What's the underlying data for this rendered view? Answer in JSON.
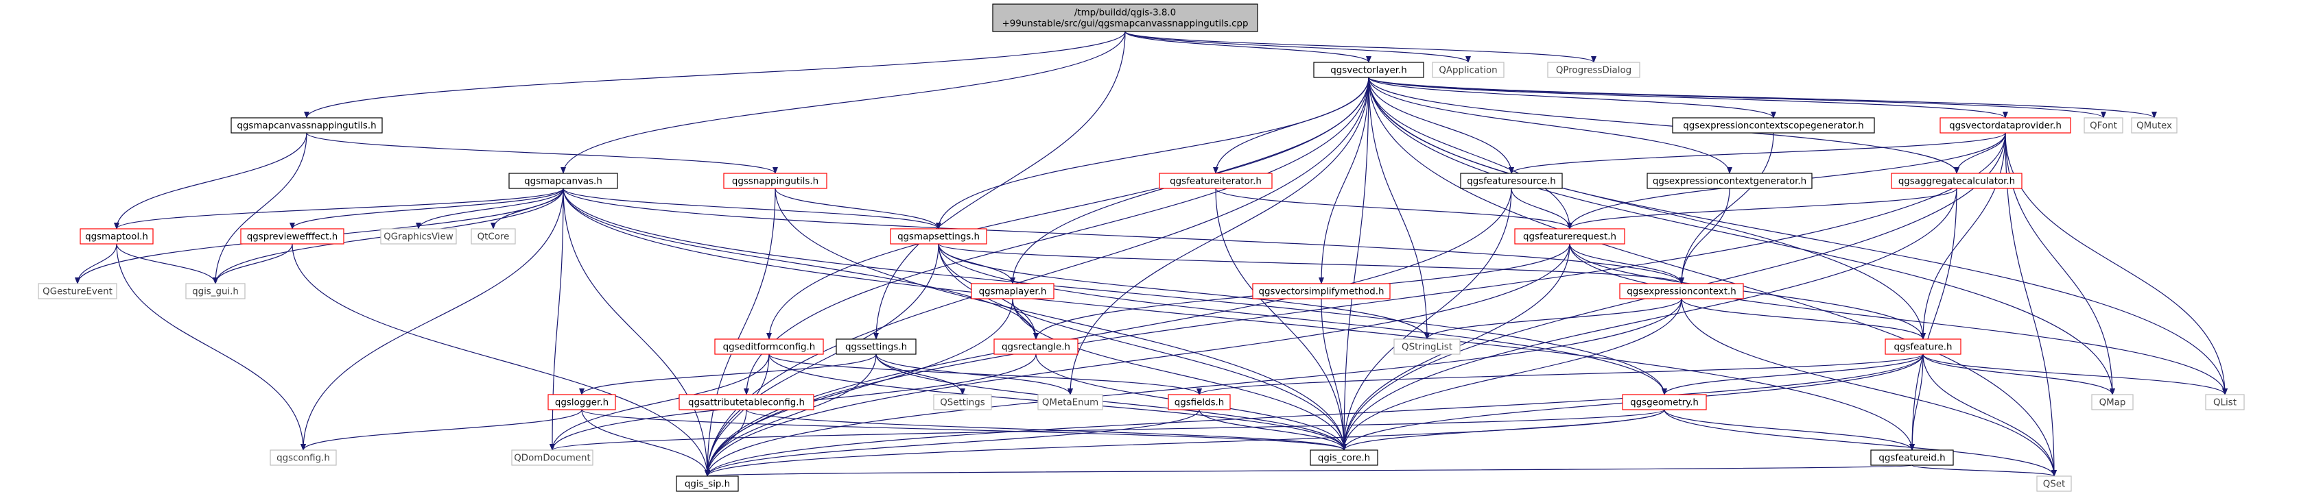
{
  "style": {
    "edge_color": "#191970",
    "root_fill": "#bfbfbf",
    "text_color": "#000000",
    "internal_border": "#000000",
    "partial_border": "#ff0000",
    "external_border": "#bfbfbf",
    "external_text": "#404040"
  },
  "nodes": [
    {
      "id": "root",
      "label": "/tmp/buildd/qgis-3.8.0\n+99unstable/src/gui/qgsmapcanvassnappingutils.cpp",
      "kind": "root"
    },
    {
      "id": "qgsvectorlayer",
      "label": "qgsvectorlayer.h",
      "kind": "internal"
    },
    {
      "id": "QApplication",
      "label": "QApplication",
      "kind": "external"
    },
    {
      "id": "QProgressDialog",
      "label": "QProgressDialog",
      "kind": "external"
    },
    {
      "id": "qgsmapcanvassnappingutils",
      "label": "qgsmapcanvassnappingutils.h",
      "kind": "internal"
    },
    {
      "id": "qgsmapcanvas",
      "label": "qgsmapcanvas.h",
      "kind": "internal"
    },
    {
      "id": "qgssnappingutils",
      "label": "qgssnappingutils.h",
      "kind": "partial"
    },
    {
      "id": "qgsexpressioncontextscopegenerator",
      "label": "qgsexpressioncontextscopegenerator.h",
      "kind": "internal"
    },
    {
      "id": "qgsvectordataprovider",
      "label": "qgsvectordataprovider.h",
      "kind": "partial"
    },
    {
      "id": "QFont",
      "label": "QFont",
      "kind": "external"
    },
    {
      "id": "QMutex",
      "label": "QMutex",
      "kind": "external"
    },
    {
      "id": "qgsfeatureiterator",
      "label": "qgsfeatureiterator.h",
      "kind": "partial"
    },
    {
      "id": "qgsfeaturesource",
      "label": "qgsfeaturesource.h",
      "kind": "internal"
    },
    {
      "id": "qgsexpressioncontextgenerator",
      "label": "qgsexpressioncontextgenerator.h",
      "kind": "internal"
    },
    {
      "id": "qgsaggregatecalculator",
      "label": "qgsaggregatecalculator.h",
      "kind": "partial"
    },
    {
      "id": "qgsmaptool",
      "label": "qgsmaptool.h",
      "kind": "partial"
    },
    {
      "id": "qgspreviewefffect",
      "label": "qgspreviewefffect.h",
      "kind": "partial"
    },
    {
      "id": "QGraphicsView",
      "label": "QGraphicsView",
      "kind": "external"
    },
    {
      "id": "QtCore",
      "label": "QtCore",
      "kind": "external"
    },
    {
      "id": "qgsmapsettings",
      "label": "qgsmapsettings.h",
      "kind": "partial"
    },
    {
      "id": "qgsfeaturerequest",
      "label": "qgsfeaturerequest.h",
      "kind": "partial"
    },
    {
      "id": "QGestureEvent",
      "label": "QGestureEvent",
      "kind": "external"
    },
    {
      "id": "qgis_gui",
      "label": "qgis_gui.h",
      "kind": "external"
    },
    {
      "id": "qgsmaplayer",
      "label": "qgsmaplayer.h",
      "kind": "partial"
    },
    {
      "id": "qgsvectorsimplifymethod",
      "label": "qgsvectorsimplifymethod.h",
      "kind": "partial"
    },
    {
      "id": "qgsexpressioncontext",
      "label": "qgsexpressioncontext.h",
      "kind": "partial"
    },
    {
      "id": "QStringList",
      "label": "QStringList",
      "kind": "external"
    },
    {
      "id": "qgseditformconfig",
      "label": "qgseditformconfig.h",
      "kind": "partial"
    },
    {
      "id": "qgssettings",
      "label": "qgssettings.h",
      "kind": "internal"
    },
    {
      "id": "qgsrectangle",
      "label": "qgsrectangle.h",
      "kind": "partial"
    },
    {
      "id": "qgsfeature",
      "label": "qgsfeature.h",
      "kind": "partial"
    },
    {
      "id": "QSettings",
      "label": "QSettings",
      "kind": "external"
    },
    {
      "id": "QMetaEnum",
      "label": "QMetaEnum",
      "kind": "external"
    },
    {
      "id": "qgslogger",
      "label": "qgslogger.h",
      "kind": "partial"
    },
    {
      "id": "qgsattributetableconfig",
      "label": "qgsattributetableconfig.h",
      "kind": "partial"
    },
    {
      "id": "qgsfields",
      "label": "qgsfields.h",
      "kind": "partial"
    },
    {
      "id": "qgsgeometry",
      "label": "qgsgeometry.h",
      "kind": "partial"
    },
    {
      "id": "QMap",
      "label": "QMap",
      "kind": "external"
    },
    {
      "id": "QList",
      "label": "QList",
      "kind": "external"
    },
    {
      "id": "qgsconfig",
      "label": "qgsconfig.h",
      "kind": "external"
    },
    {
      "id": "QDomDocument",
      "label": "QDomDocument",
      "kind": "external"
    },
    {
      "id": "qgis_core",
      "label": "qgis_core.h",
      "kind": "internal"
    },
    {
      "id": "qgsfeatureid",
      "label": "qgsfeatureid.h",
      "kind": "internal"
    },
    {
      "id": "qgis_sip",
      "label": "qgis_sip.h",
      "kind": "internal"
    },
    {
      "id": "QSet",
      "label": "QSet",
      "kind": "external"
    }
  ],
  "edges": [
    [
      "root",
      "qgsvectorlayer"
    ],
    [
      "root",
      "QApplication"
    ],
    [
      "root",
      "QProgressDialog"
    ],
    [
      "root",
      "qgsmapcanvassnappingutils"
    ],
    [
      "root",
      "qgsmapcanvas"
    ],
    [
      "root",
      "qgssettings"
    ],
    [
      "qgsvectorlayer",
      "qgsexpressioncontextscopegenerator"
    ],
    [
      "qgsvectorlayer",
      "qgsvectordataprovider"
    ],
    [
      "qgsvectorlayer",
      "QFont"
    ],
    [
      "qgsvectorlayer",
      "QMutex"
    ],
    [
      "qgsvectorlayer",
      "qgsfeatureiterator"
    ],
    [
      "qgsvectorlayer",
      "qgsfeaturesource"
    ],
    [
      "qgsvectorlayer",
      "qgsexpressioncontextgenerator"
    ],
    [
      "qgsvectorlayer",
      "qgsaggregatecalculator"
    ],
    [
      "qgsvectorlayer",
      "qgsmapsettings"
    ],
    [
      "qgsvectorlayer",
      "qgsfeaturerequest"
    ],
    [
      "qgsvectorlayer",
      "qgsmaplayer"
    ],
    [
      "qgsvectorlayer",
      "qgsvectorsimplifymethod"
    ],
    [
      "qgsvectorlayer",
      "QStringList"
    ],
    [
      "qgsvectorlayer",
      "qgseditformconfig"
    ],
    [
      "qgsvectorlayer",
      "qgsattributetableconfig"
    ],
    [
      "qgsvectorlayer",
      "qgsfeature"
    ],
    [
      "qgsvectorlayer",
      "QMap"
    ],
    [
      "qgsvectorlayer",
      "QList"
    ],
    [
      "qgsvectorlayer",
      "QSet"
    ],
    [
      "qgsvectorlayer",
      "qgis_core"
    ],
    [
      "qgsvectorlayer",
      "qgis_sip"
    ],
    [
      "qgsvectorlayer",
      "QMetaEnum"
    ],
    [
      "qgsmapcanvassnappingutils",
      "qgssnappingutils"
    ],
    [
      "qgsmapcanvassnappingutils",
      "qgsmaptool"
    ],
    [
      "qgsmapcanvassnappingutils",
      "qgis_gui"
    ],
    [
      "qgsmapcanvas",
      "qgsmaptool"
    ],
    [
      "qgsmapcanvas",
      "qgspreviewefffect"
    ],
    [
      "qgsmapcanvas",
      "QGraphicsView"
    ],
    [
      "qgsmapcanvas",
      "QtCore"
    ],
    [
      "qgsmapcanvas",
      "qgsmapsettings"
    ],
    [
      "qgsmapcanvas",
      "QGestureEvent"
    ],
    [
      "qgsmapcanvas",
      "qgis_gui"
    ],
    [
      "qgsmapcanvas",
      "qgsexpressioncontext"
    ],
    [
      "qgsmapcanvas",
      "qgsrectangle"
    ],
    [
      "qgsmapcanvas",
      "qgsconfig"
    ],
    [
      "qgsmapcanvas",
      "QDomDocument"
    ],
    [
      "qgsmapcanvas",
      "qgis_sip"
    ],
    [
      "qgsmapcanvas",
      "qgsgeometry"
    ],
    [
      "qgsmapcanvas",
      "qgsfeatureid"
    ],
    [
      "qgssnappingutils",
      "qgsmapsettings"
    ],
    [
      "qgssnappingutils",
      "qgis_core"
    ],
    [
      "qgssnappingutils",
      "qgis_sip"
    ],
    [
      "qgsvectordataprovider",
      "qgsfeaturesource"
    ],
    [
      "qgsvectordataprovider",
      "qgsaggregatecalculator"
    ],
    [
      "qgsvectordataprovider",
      "qgsfeaturerequest"
    ],
    [
      "qgsvectordataprovider",
      "qgsfeature"
    ],
    [
      "qgsvectordataprovider",
      "QMap"
    ],
    [
      "qgsvectordataprovider",
      "QList"
    ],
    [
      "qgsvectordataprovider",
      "QSet"
    ],
    [
      "qgsvectordataprovider",
      "qgis_core"
    ],
    [
      "qgsvectordataprovider",
      "qgis_sip"
    ],
    [
      "qgsfeatureiterator",
      "qgsfeaturerequest"
    ],
    [
      "qgsfeatureiterator",
      "qgis_core"
    ],
    [
      "qgsfeaturesource",
      "qgsfeaturerequest"
    ],
    [
      "qgsfeaturesource",
      "qgis_core"
    ],
    [
      "qgsfeaturesource",
      "qgis_sip"
    ],
    [
      "qgsexpressioncontextgenerator",
      "qgsexpressioncontext"
    ],
    [
      "qgsexpressioncontextscopegenerator",
      "qgsexpressioncontext"
    ],
    [
      "qgsaggregatecalculator",
      "qgsfeaturerequest"
    ],
    [
      "qgsaggregatecalculator",
      "qgis_core"
    ],
    [
      "qgsaggregatecalculator",
      "qgsfeatureid"
    ],
    [
      "qgsmaptool",
      "QGestureEvent"
    ],
    [
      "qgsmaptool",
      "qgis_gui"
    ],
    [
      "qgsmaptool",
      "qgsconfig"
    ],
    [
      "qgspreviewefffect",
      "qgis_gui"
    ],
    [
      "qgspreviewefffect",
      "qgis_sip"
    ],
    [
      "qgsmapsettings",
      "qgsmaplayer"
    ],
    [
      "qgsmapsettings",
      "qgsrectangle"
    ],
    [
      "qgsmapsettings",
      "qgsexpressioncontext"
    ],
    [
      "qgsmapsettings",
      "QStringList"
    ],
    [
      "qgsmapsettings",
      "qgis_core"
    ],
    [
      "qgsmapsettings",
      "qgis_sip"
    ],
    [
      "qgsmapsettings",
      "qgsgeometry"
    ],
    [
      "qgsfeaturerequest",
      "qgsexpressioncontext"
    ],
    [
      "qgsfeaturerequest",
      "qgsrectangle"
    ],
    [
      "qgsfeaturerequest",
      "qgsfeature"
    ],
    [
      "qgsfeaturerequest",
      "QList"
    ],
    [
      "qgsfeaturerequest",
      "qgis_core"
    ],
    [
      "qgsfeaturerequest",
      "qgis_sip"
    ],
    [
      "qgsmaplayer",
      "qgsrectangle"
    ],
    [
      "qgsmaplayer",
      "qgis_core"
    ],
    [
      "qgsmaplayer",
      "qgis_sip"
    ],
    [
      "qgsvectorsimplifymethod",
      "qgis_core"
    ],
    [
      "qgsexpressioncontext",
      "qgsfeature"
    ],
    [
      "qgsexpressioncontext",
      "QStringList"
    ],
    [
      "qgsexpressioncontext",
      "QSet"
    ],
    [
      "qgsexpressioncontext",
      "qgis_core"
    ],
    [
      "qgsexpressioncontext",
      "qgis_sip"
    ],
    [
      "qgseditformconfig",
      "qgsfields"
    ],
    [
      "qgseditformconfig",
      "QDomDocument"
    ],
    [
      "qgseditformconfig",
      "qgis_core"
    ],
    [
      "qgseditformconfig",
      "qgis_sip"
    ],
    [
      "qgssettings",
      "qgslogger"
    ],
    [
      "qgssettings",
      "QSettings"
    ],
    [
      "qgssettings",
      "QMetaEnum"
    ],
    [
      "qgssettings",
      "qgis_core"
    ],
    [
      "qgssettings",
      "qgis_sip"
    ],
    [
      "qgsrectangle",
      "qgis_core"
    ],
    [
      "qgsrectangle",
      "QDomDocument"
    ],
    [
      "qgsfeature",
      "qgsfields"
    ],
    [
      "qgsfeature",
      "qgsgeometry"
    ],
    [
      "qgsfeature",
      "QMap"
    ],
    [
      "qgsfeature",
      "QList"
    ],
    [
      "qgsfeature",
      "qgsfeatureid"
    ],
    [
      "qgsfeature",
      "QSet"
    ],
    [
      "qgsfeature",
      "qgis_core"
    ],
    [
      "qgsfeature",
      "qgis_sip"
    ],
    [
      "qgslogger",
      "qgsconfig"
    ],
    [
      "qgslogger",
      "qgis_core"
    ],
    [
      "qgslogger",
      "qgis_sip"
    ],
    [
      "qgsattributetableconfig",
      "qgis_core"
    ],
    [
      "qgsattributetableconfig",
      "qgis_sip"
    ],
    [
      "qgsfields",
      "qgis_core"
    ],
    [
      "qgsfields",
      "qgis_sip"
    ],
    [
      "qgsgeometry",
      "QDomDocument"
    ],
    [
      "qgsgeometry",
      "qgis_core"
    ],
    [
      "qgsgeometry",
      "qgsfeatureid"
    ],
    [
      "qgsgeometry",
      "QSet"
    ],
    [
      "qgsgeometry",
      "qgis_sip"
    ],
    [
      "qgsfeatureid",
      "QSet"
    ],
    [
      "qgsfeatureid",
      "qgis_sip"
    ]
  ]
}
